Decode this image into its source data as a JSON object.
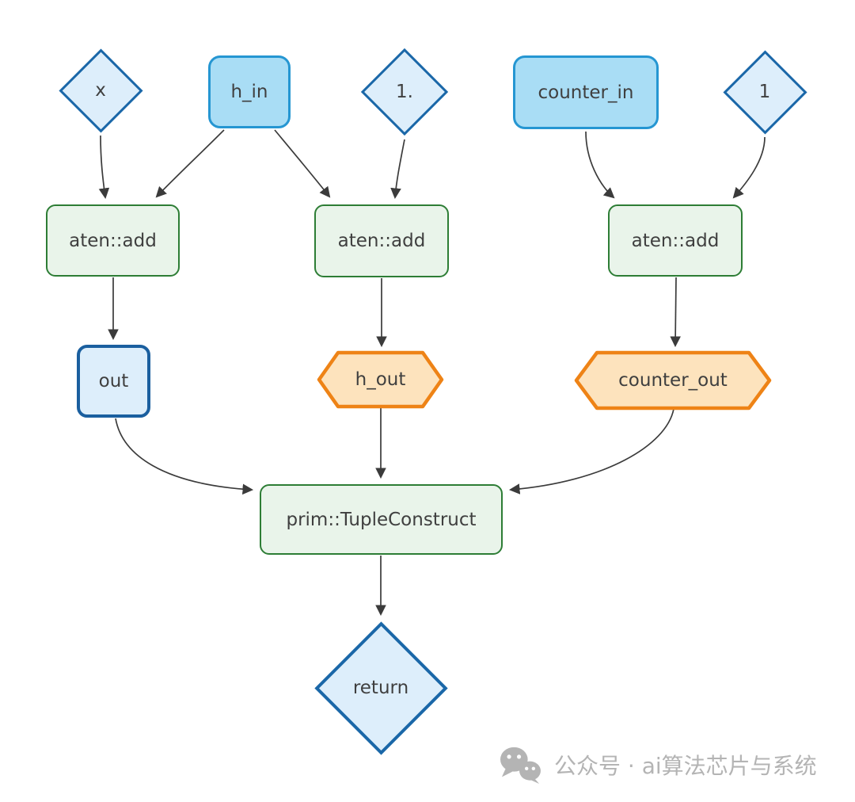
{
  "diagram": {
    "title": "torchscript-graph",
    "nodes": {
      "x": {
        "label": "x",
        "type": "input-diamond"
      },
      "h_in": {
        "label": "h_in",
        "type": "input-rect"
      },
      "one_float": {
        "label": "1.",
        "type": "const-diamond"
      },
      "counter_in": {
        "label": "counter_in",
        "type": "input-rect"
      },
      "one_int": {
        "label": "1",
        "type": "const-diamond"
      },
      "add1": {
        "label": "aten::add",
        "type": "op-rect"
      },
      "add2": {
        "label": "aten::add",
        "type": "op-rect"
      },
      "add3": {
        "label": "aten::add",
        "type": "op-rect"
      },
      "out": {
        "label": "out",
        "type": "value-rect"
      },
      "h_out": {
        "label": "h_out",
        "type": "output-hexagon"
      },
      "counter_out": {
        "label": "counter_out",
        "type": "output-hexagon"
      },
      "tuple_construct": {
        "label": "prim::TupleConstruct",
        "type": "op-rect"
      },
      "return_node": {
        "label": "return",
        "type": "return-diamond"
      }
    },
    "edges": [
      {
        "from": "x",
        "to": "add1"
      },
      {
        "from": "h_in",
        "to": "add1"
      },
      {
        "from": "h_in",
        "to": "add2"
      },
      {
        "from": "one_float",
        "to": "add2"
      },
      {
        "from": "counter_in",
        "to": "add3"
      },
      {
        "from": "one_int",
        "to": "add3"
      },
      {
        "from": "add1",
        "to": "out"
      },
      {
        "from": "add2",
        "to": "h_out"
      },
      {
        "from": "add3",
        "to": "counter_out"
      },
      {
        "from": "out",
        "to": "tuple_construct"
      },
      {
        "from": "h_out",
        "to": "tuple_construct"
      },
      {
        "from": "counter_out",
        "to": "tuple_construct"
      },
      {
        "from": "tuple_construct",
        "to": "return_node"
      }
    ],
    "colors": {
      "diamond_fill": "#ddeefb",
      "diamond_border": "#1a67a8",
      "input_rect_fill": "#a9ddf5",
      "input_rect_border": "#2596d2",
      "op_fill": "#e9f4ea",
      "op_border": "#2d7d35",
      "value_rect_fill": "#ddeefb",
      "value_rect_border": "#1a5f9f",
      "hexagon_fill": "#fde3bd",
      "hexagon_border": "#ee8316",
      "edge": "#3b3b3b",
      "label": "#3f3f3f",
      "watermark": "#b4b4b4"
    },
    "watermark": {
      "icon": "wechat-icon",
      "text": "公众号 · ai算法芯片与系统"
    }
  }
}
